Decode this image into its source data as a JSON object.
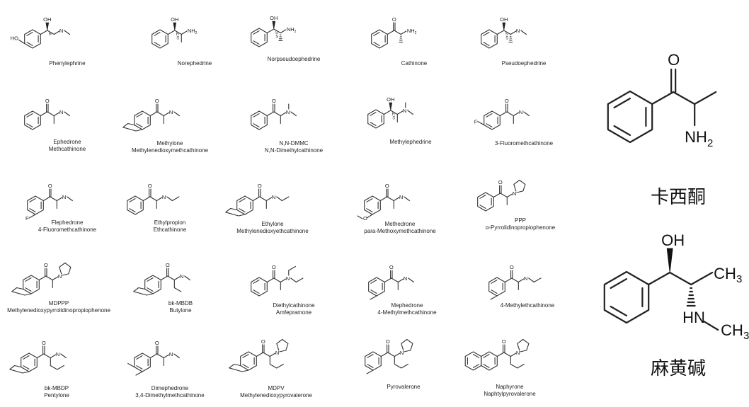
{
  "compounds": [
    {
      "name": "Phenylephrine",
      "alt": ""
    },
    {
      "name": "Norephedrine",
      "alt": ""
    },
    {
      "name": "Norpseudoephedrine",
      "alt": ""
    },
    {
      "name": "Cathinone",
      "alt": ""
    },
    {
      "name": "Pseudoephedrine",
      "alt": ""
    },
    {
      "name": "Ephedrone",
      "alt": "Methcathinone"
    },
    {
      "name": "Methylone",
      "alt": "Methylenedioxymethcathinone"
    },
    {
      "name": "N,N-DMMC",
      "alt": "N,N-Dimethylcathinone"
    },
    {
      "name": "Methylephedrine",
      "alt": ""
    },
    {
      "name": "3-Fluoromethcathinone",
      "alt": ""
    },
    {
      "name": "Flephedrone",
      "alt": "4-Fluoromethcathinone"
    },
    {
      "name": "Ethylpropion",
      "alt": "Ethcathinone"
    },
    {
      "name": "Ethylone",
      "alt": "Methylenedioxyethcathinone"
    },
    {
      "name": "Methedrone",
      "alt": "para-Methoxymethcathinone"
    },
    {
      "name": "PPP",
      "alt": "α-Pyrrolidinopropiophenone"
    },
    {
      "name": "MDPPP",
      "alt": "Methylenedioxypyrrolidinopropiophenone"
    },
    {
      "name": "bk-MBDB",
      "alt": "Butylone"
    },
    {
      "name": "Diethylcathinone",
      "alt": "Amfepramone"
    },
    {
      "name": "Mephedrone",
      "alt": "4-Methylmethcathinone"
    },
    {
      "name": "4-Methylethcathinone",
      "alt": ""
    },
    {
      "name": "bk-MBDP",
      "alt": "Pentylone"
    },
    {
      "name": "Dimephedrone",
      "alt": "3,4-Dimethylmethcathinone"
    },
    {
      "name": "MDPV",
      "alt": "Methylenedioxypyrovalerone"
    },
    {
      "name": "Pyrovalerone",
      "alt": ""
    },
    {
      "name": "Naphyrone",
      "alt": "Naphtylpyrovalerone"
    }
  ],
  "atom_labels": {
    "oh": "OH",
    "ho": "HO",
    "o": "O",
    "f": "F",
    "n": "N",
    "nh2": "NH",
    "nh2_sub": "2",
    "hn": "HN",
    "ch3": "CH",
    "ch3_sub": "3",
    "stereo_r": "R",
    "stereo_s": "S"
  },
  "featured": [
    {
      "title": "卡西酮"
    },
    {
      "title": "麻黄碱"
    }
  ]
}
